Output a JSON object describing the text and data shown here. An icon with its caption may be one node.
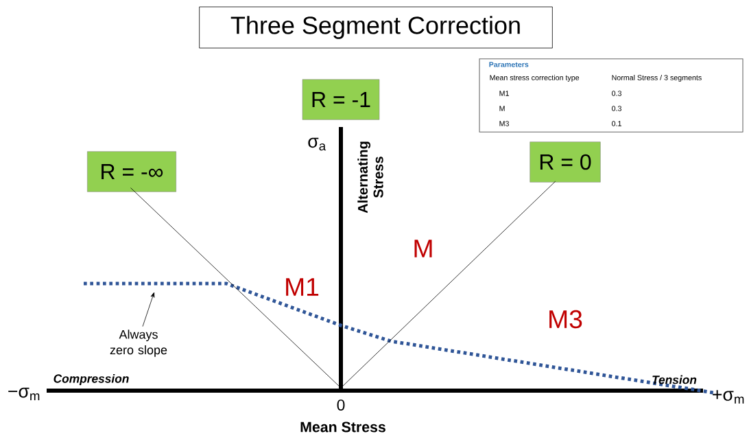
{
  "diagram": {
    "title": "Three Segment Correction",
    "nodes": [
      {
        "text": [
          "R = -∞"
        ]
      },
      {
        "text": [
          "R = -1"
        ]
      },
      {
        "text": [
          "R = 0"
        ]
      },
      {
        "text": [
          "Parameters"
        ]
      },
      {
        "text": [
          "Always zero slope"
        ]
      }
    ],
    "edges": [
      {
        "from": 0,
        "to": null,
        "arrow": "none"
      },
      {
        "from": 2,
        "to": null,
        "arrow": "none"
      },
      {
        "from": 4,
        "to": null,
        "arrow": "to"
      }
    ],
    "labels": [
      "σ$_{a}$",
      "Alternating Stress",
      "M",
      "M1",
      "M3",
      "Compression",
      "Tension",
      "−σ$_{m}$",
      "0",
      "+σ$_{m}$",
      "Mean Stress",
      "Mean stress correction type",
      "Normal Stress / 3 segments",
      "M1",
      "0.3",
      "M",
      "0.3",
      "M3",
      "0.1"
    ]
  }
}
